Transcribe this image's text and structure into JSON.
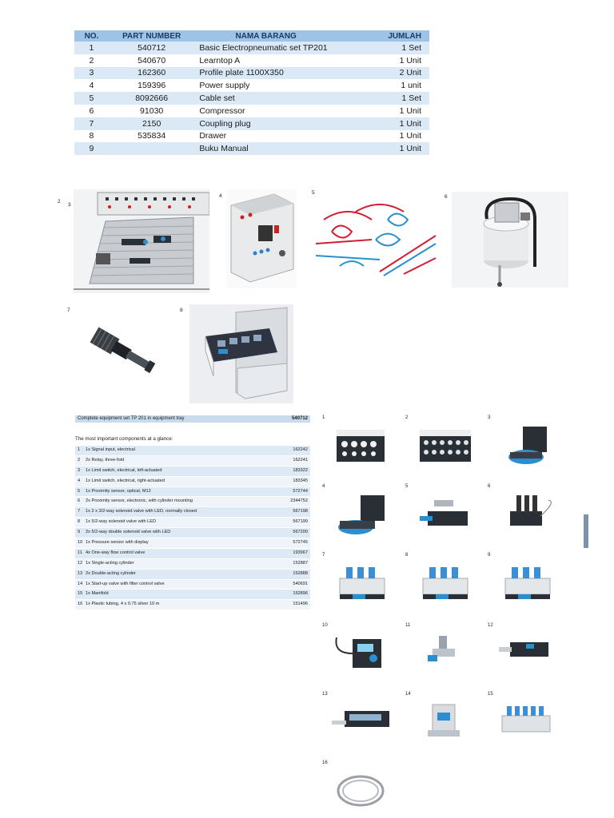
{
  "parts_table": {
    "headers": [
      "NO.",
      "PART NUMBER",
      "NAMA BARANG",
      "JUMLAH"
    ],
    "rows": [
      {
        "no": "1",
        "part": "540712",
        "name": "Basic Electropneumatic set TP201",
        "qty": "1 Set"
      },
      {
        "no": "2",
        "part": "540670",
        "name": "Learntop A",
        "qty": "1 Unit"
      },
      {
        "no": "3",
        "part": "162360",
        "name": "Profile plate 1100X350",
        "qty": "2 Unit"
      },
      {
        "no": "4",
        "part": "159396",
        "name": "Power supply",
        "qty": "1 unit"
      },
      {
        "no": "5",
        "part": "8092666",
        "name": "Cable set",
        "qty": "1 Set"
      },
      {
        "no": "6",
        "part": "91030",
        "name": "Compressor",
        "qty": "1 Unit"
      },
      {
        "no": "7",
        "part": "2150",
        "name": "Coupling plug",
        "qty": "1 Unit"
      },
      {
        "no": "8",
        "part": "535834",
        "name": "Drawer",
        "qty": "1 Unit"
      },
      {
        "no": "9",
        "part": "",
        "name": "Buku Manual",
        "qty": "1 Unit"
      }
    ]
  },
  "photo_labels": {
    "p2": "2",
    "p3": "3",
    "p4": "4",
    "p5": "5",
    "p6": "6",
    "p7": "7",
    "p8": "8"
  },
  "components": {
    "header_title": "Complete equipment set TP 201 in equipment tray",
    "header_code": "540712",
    "subtitle": "The most important components at a glance:",
    "items": [
      {
        "i": "1",
        "t": "1x  Signal input, electrical",
        "c": "162242"
      },
      {
        "i": "2",
        "t": "2x  Relay, three-fold",
        "c": "162241"
      },
      {
        "i": "3",
        "t": "1x  Limit switch, electrical, left-actuated",
        "c": "183322"
      },
      {
        "i": "4",
        "t": "1x  Limit switch, electrical, right-actuated",
        "c": "183345"
      },
      {
        "i": "5",
        "t": "1x  Proximity sensor, optical, M12",
        "c": "572744"
      },
      {
        "i": "6",
        "t": "2x  Proximity sensor, electronic, with cylinder mounting",
        "c": "2344752"
      },
      {
        "i": "7",
        "t": "1x  2 x 3/2-way solenoid valve with LED, normally closed",
        "c": "567198"
      },
      {
        "i": "8",
        "t": "1x  5/2-way solenoid valve with LED",
        "c": "567199"
      },
      {
        "i": "9",
        "t": "2x  5/2-way double solenoid valve with LED",
        "c": "567200"
      },
      {
        "i": "10",
        "t": "1x  Pressure sensor with display",
        "c": "572745"
      },
      {
        "i": "11",
        "t": "4x  One-way flow control valve",
        "c": "193967"
      },
      {
        "i": "12",
        "t": "1x  Single-acting cylinder",
        "c": "152887"
      },
      {
        "i": "13",
        "t": "2x  Double-acting cylinder",
        "c": "152888"
      },
      {
        "i": "14",
        "t": "1x  Start-up valve with filter control valve",
        "c": "540691"
      },
      {
        "i": "15",
        "t": "1x  Manifold",
        "c": "152896"
      },
      {
        "i": "16",
        "t": "1x  Plastic tubing, 4 x 0.75 silver 10 m",
        "c": "151496"
      }
    ]
  },
  "grid_numbers": [
    "1",
    "2",
    "3",
    "4",
    "5",
    "6",
    "7",
    "8",
    "9",
    "10",
    "11",
    "12",
    "13",
    "14",
    "15",
    "16"
  ]
}
